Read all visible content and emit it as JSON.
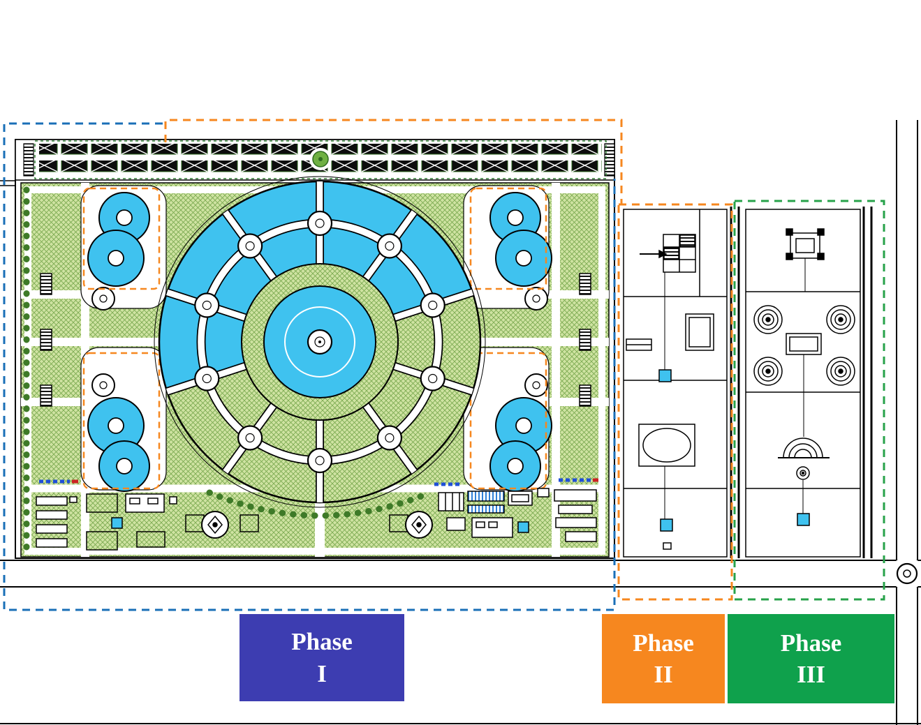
{
  "legend": {
    "items": [
      {
        "name": "phase-1",
        "line1": "Phase",
        "line2": "I",
        "color": "#3d3db1"
      },
      {
        "name": "phase-2",
        "line1": "Phase",
        "line2": "II",
        "color": "#f6871f"
      },
      {
        "name": "phase-3",
        "line1": "Phase",
        "line2": "III",
        "color": "#0fa14c"
      }
    ]
  },
  "plan": {
    "boundary_colors": {
      "phase_1_dashed": "#1a6fb7",
      "phase_2_dashed": "#f6871f",
      "phase_3_dashed": "#27a24a",
      "parking_dashed": "#2e7d32"
    },
    "feature_colors": {
      "water": "#3fc2ef",
      "lawn": "#cfe3a2",
      "tree": "#3e7a28",
      "structure": "#0d0d0d"
    }
  }
}
